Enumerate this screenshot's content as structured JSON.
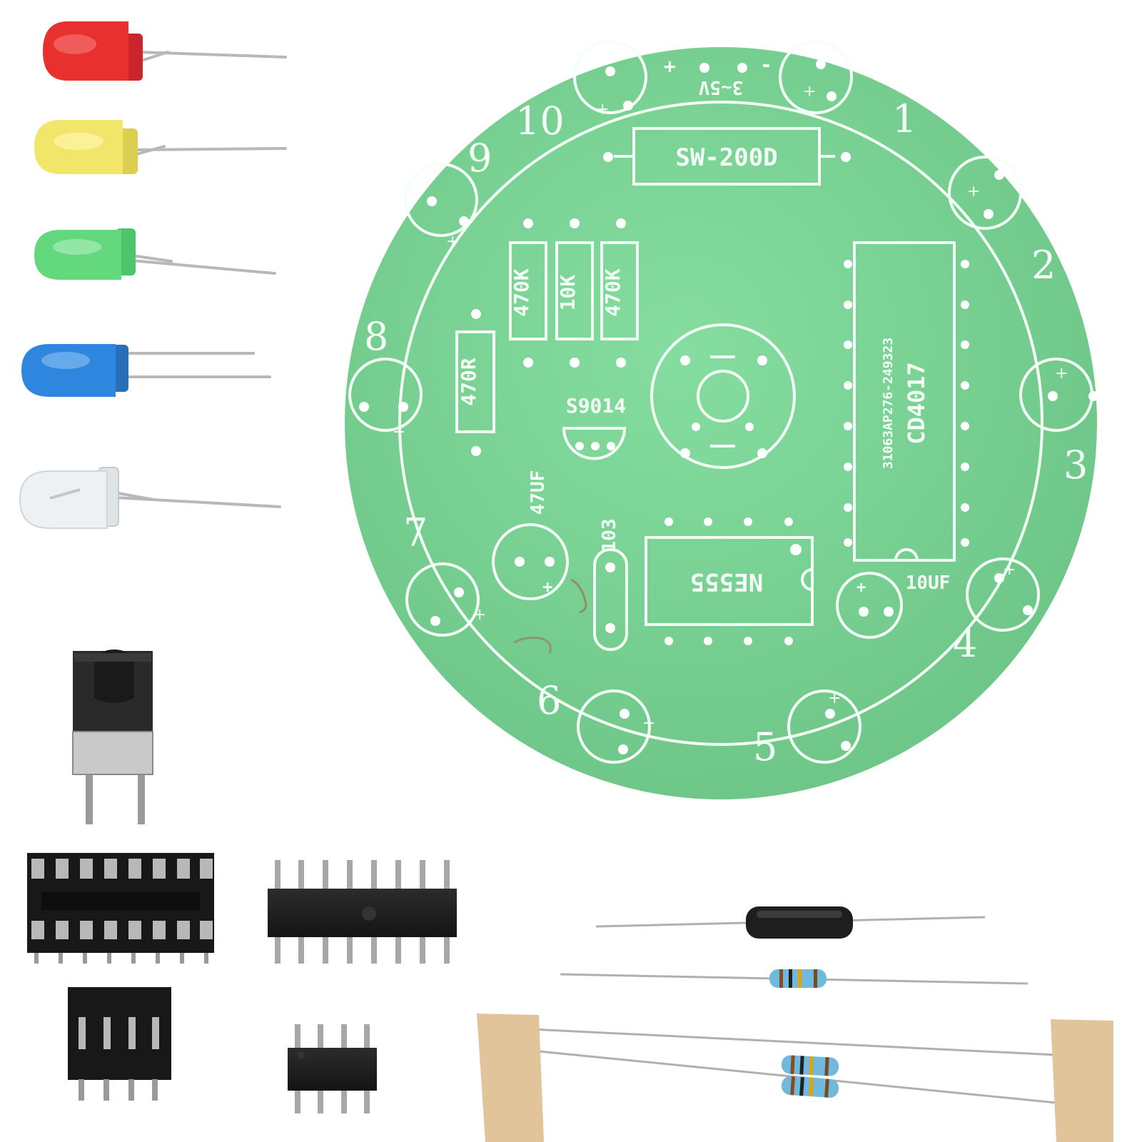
{
  "board": {
    "power_label": "3~5V",
    "power_plus": "+",
    "power_minus": "-",
    "tilt_switch": "SW-200D",
    "resistors": [
      "470K",
      "10K",
      "470K"
    ],
    "resistor_470r": "470R",
    "transistor": "S9014",
    "cap_47": "47UF",
    "cap_103": "103",
    "cap_10": "10UF",
    "ic_timer": "NE555",
    "ic_counter": "CD4017",
    "ic_code": "31063AP276-249323",
    "led_numbers": [
      "1",
      "2",
      "3",
      "4",
      "5",
      "6",
      "7",
      "8",
      "9",
      "10"
    ],
    "polarity_mark": "+"
  },
  "colors": {
    "pcb": "#7fd69a",
    "pcb_edge": "#6cc586",
    "silkscreen": "#f4fff6",
    "led_red": "#e8302f",
    "led_yellow": "#f2e66a",
    "led_green": "#63d87c",
    "led_blue": "#2f86df",
    "led_clear": "#e8ecef",
    "ic_black": "#1d1d1d",
    "resistor_blue": "#6fb9dc",
    "tape": "#e2c49a"
  },
  "parts": {
    "leds": [
      "red-led",
      "yellow-led",
      "green-led",
      "blue-led",
      "clear-led"
    ],
    "others": [
      "tactile-button",
      "ic-socket-16",
      "ic-chip-16",
      "ic-socket-8",
      "ic-chip-8",
      "tilt-switch",
      "resistor",
      "resistor-pair"
    ]
  }
}
